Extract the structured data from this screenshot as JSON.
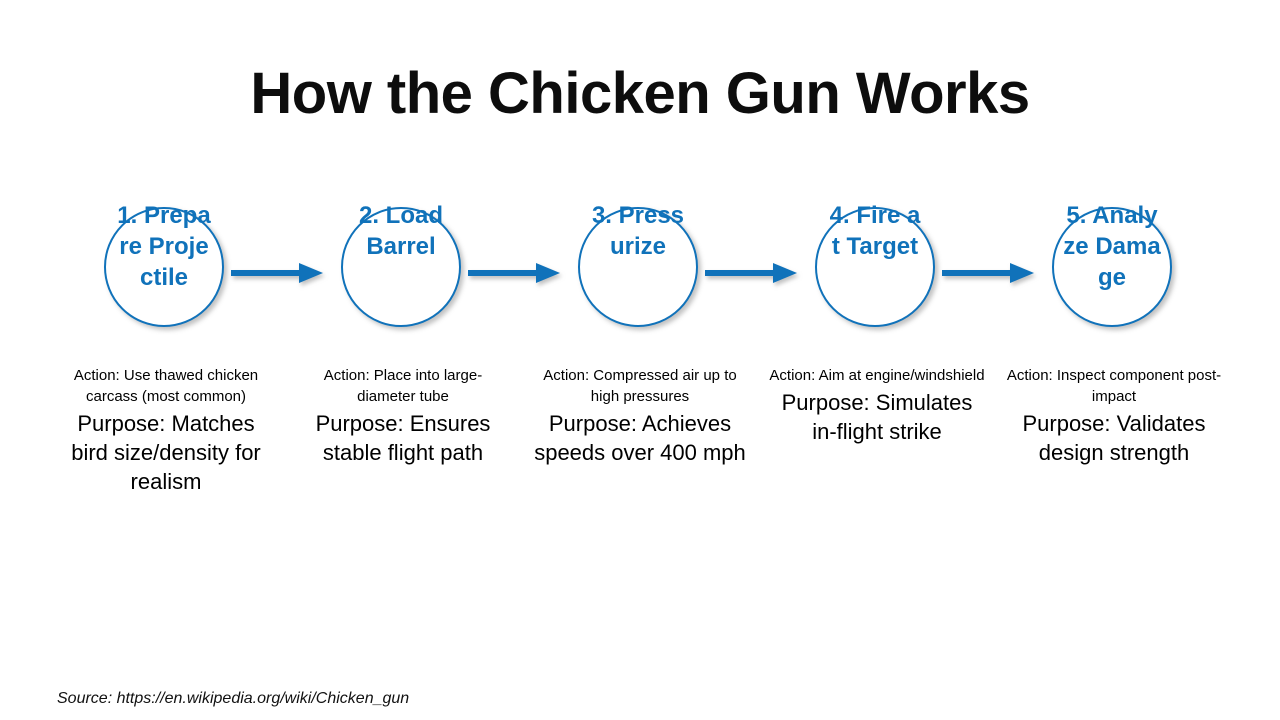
{
  "slide": {
    "title": "How the Chicken Gun Works",
    "background_color": "#ffffff",
    "accent_color": "#1072BA",
    "text_color": "#000000"
  },
  "flow": {
    "steps": [
      {
        "label": "1. Prepare Projectile",
        "action": "Action: Use thawed chicken carcass (most common)",
        "purpose": "Purpose: Matches bird size/density for realism"
      },
      {
        "label": "2. Load Barrel",
        "action": "Action: Place into large-diameter tube",
        "purpose": "Purpose: Ensures stable flight path"
      },
      {
        "label": "3. Pressurize",
        "action": "Action: Compressed air up to high pressures",
        "purpose": "Purpose: Achieves speeds over 400 mph"
      },
      {
        "label": "4. Fire at Target",
        "action": "Action: Aim at engine/windshield",
        "purpose": "Purpose: Simulates in-flight strike"
      },
      {
        "label": "5. Analyze Damage",
        "action": "Action: Inspect component post-impact",
        "purpose": "Purpose: Validates design strength"
      }
    ],
    "connector_icon": "right-arrow-icon",
    "connector_count": 4
  },
  "footer": {
    "source": "Source: https://en.wikipedia.org/wiki/Chicken_gun"
  }
}
